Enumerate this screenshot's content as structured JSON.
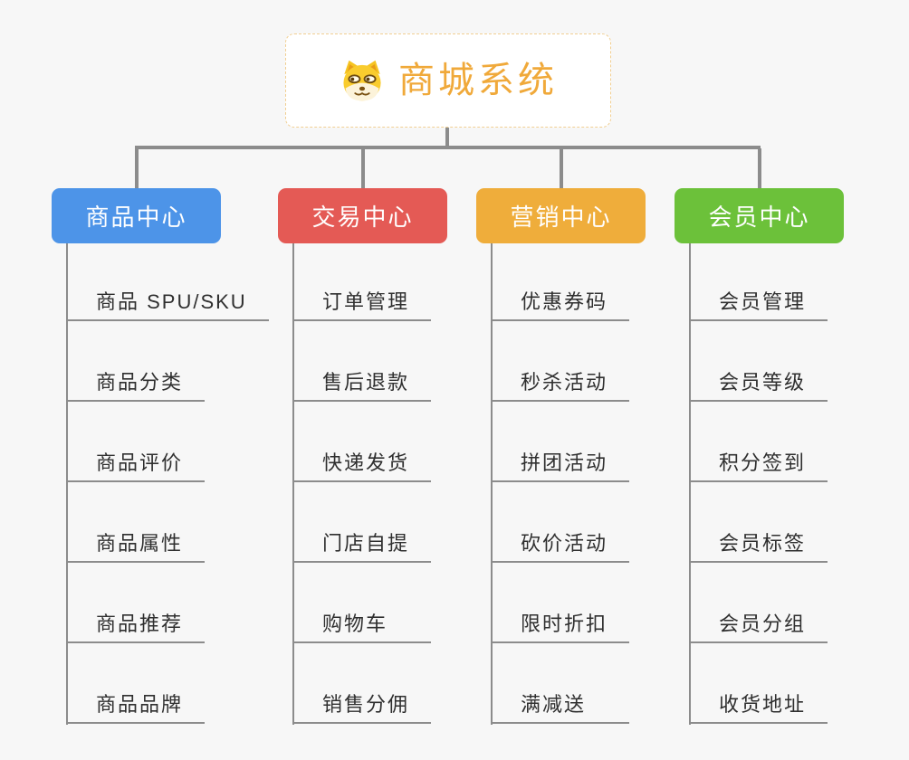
{
  "background_color": "#f7f7f7",
  "connector_color": "#8c8c8c",
  "root": {
    "title": "商城系统",
    "icon": "shiba-dog-icon",
    "title_color": "#f0a93a",
    "border_color": "#f1cf92"
  },
  "branches": [
    {
      "label": "商品中心",
      "color": "#4d94e8",
      "children": [
        "商品 SPU/SKU",
        "商品分类",
        "商品评价",
        "商品属性",
        "商品推荐",
        "商品品牌"
      ]
    },
    {
      "label": "交易中心",
      "color": "#e45a55",
      "children": [
        "订单管理",
        "售后退款",
        "快递发货",
        "门店自提",
        "购物车",
        "销售分佣"
      ]
    },
    {
      "label": "营销中心",
      "color": "#efad3b",
      "children": [
        "优惠券码",
        "秒杀活动",
        "拼团活动",
        "砍价活动",
        "限时折扣",
        "满减送"
      ]
    },
    {
      "label": "会员中心",
      "color": "#6cc13a",
      "children": [
        "会员管理",
        "会员等级",
        "积分签到",
        "会员标签",
        "会员分组",
        "收货地址"
      ]
    }
  ]
}
